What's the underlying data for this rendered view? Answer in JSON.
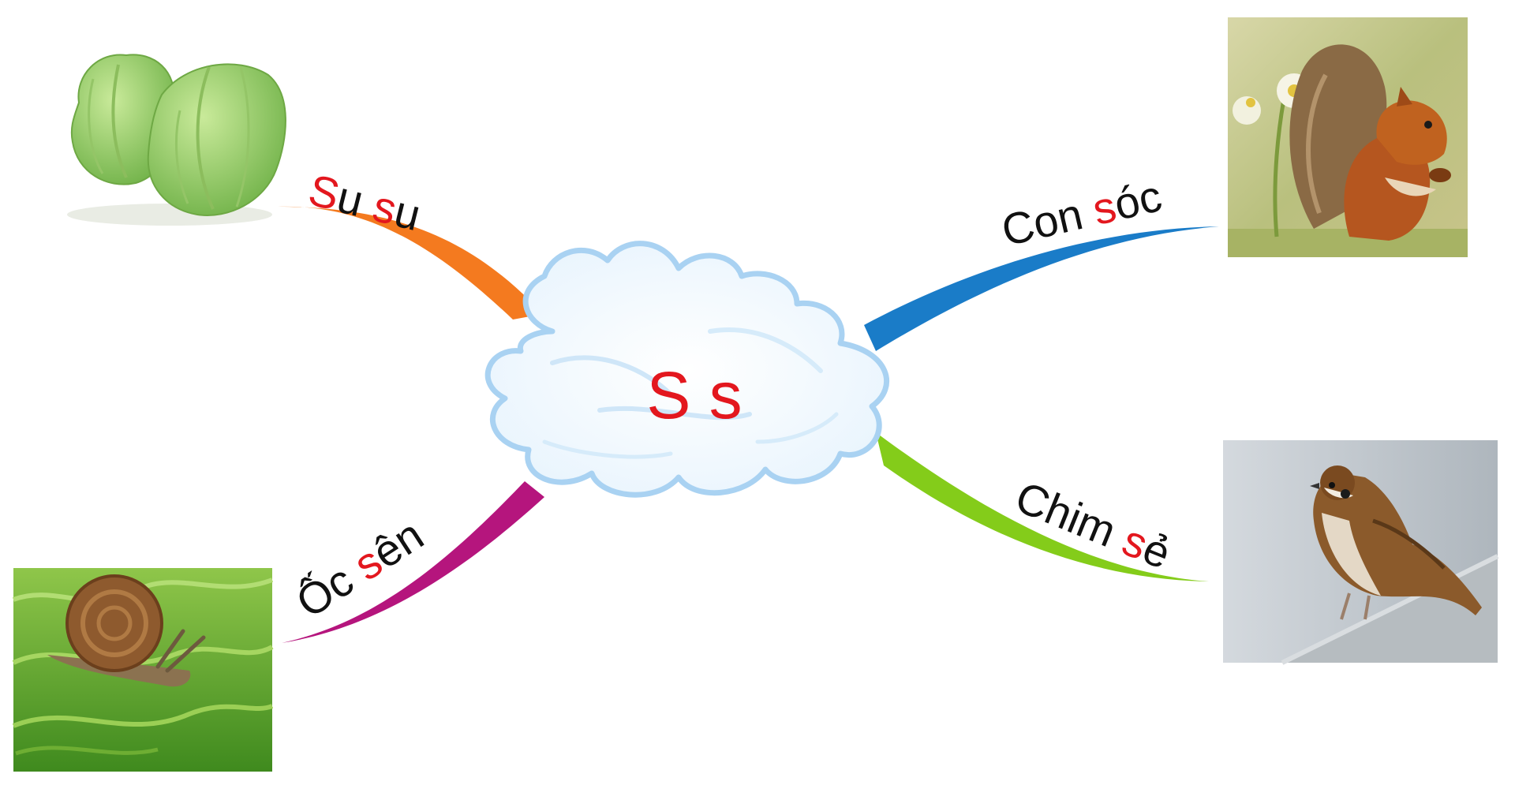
{
  "center": {
    "text": "S s",
    "letter_color": "#e3171e"
  },
  "text_color": "#111111",
  "branches": [
    {
      "id": "su-su",
      "parts": [
        {
          "text": "S",
          "highlight": true
        },
        {
          "text": "u ",
          "highlight": false
        },
        {
          "text": "s",
          "highlight": true
        },
        {
          "text": "u",
          "highlight": false
        }
      ],
      "branch_color": "#f47a1f",
      "picture": "chayote-fruit"
    },
    {
      "id": "con-soc",
      "parts": [
        {
          "text": "Con ",
          "highlight": false
        },
        {
          "text": "s",
          "highlight": true
        },
        {
          "text": "óc",
          "highlight": false
        }
      ],
      "branch_color": "#1a7cc8",
      "picture": "squirrel-photo"
    },
    {
      "id": "oc-sen",
      "parts": [
        {
          "text": "Ốc ",
          "highlight": false
        },
        {
          "text": "s",
          "highlight": true
        },
        {
          "text": "ên",
          "highlight": false
        }
      ],
      "branch_color": "#b5157d",
      "picture": "snail-photo"
    },
    {
      "id": "chim-se",
      "parts": [
        {
          "text": "Chim ",
          "highlight": false
        },
        {
          "text": "s",
          "highlight": true
        },
        {
          "text": "ẻ",
          "highlight": false
        }
      ],
      "branch_color": "#84cc1a",
      "picture": "sparrow-photo"
    }
  ]
}
